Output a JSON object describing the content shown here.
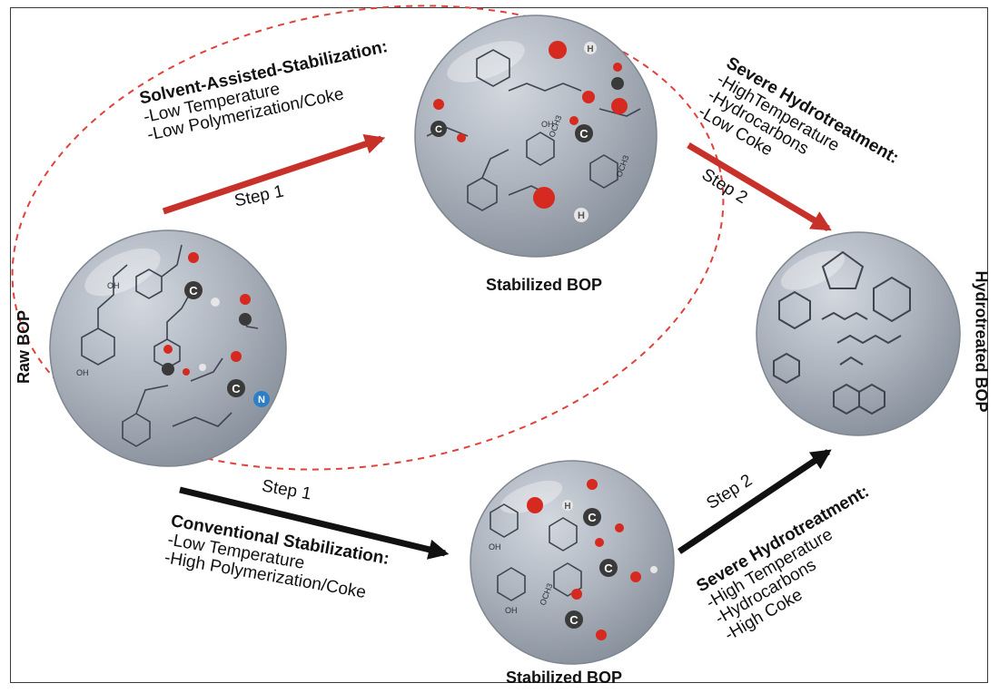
{
  "labels": {
    "raw_bop": "Raw BOP",
    "hydrotreated_bop": "Hydrotreated BOP",
    "stabilized_bop_top": "Stabilized BOP",
    "stabilized_bop_bottom": "Stabilized BOP",
    "step1_top": "Step 1",
    "step2_top": "Step 2",
    "step1_bottom": "Step 1",
    "step2_bottom": "Step 2"
  },
  "solvent_assisted": {
    "heading": "Solvent-Assisted-Stabilization:",
    "lines": [
      "-Low Temperature",
      "-Low Polymerization/Coke"
    ]
  },
  "severe_top": {
    "heading": "Severe Hydrotreatment:",
    "lines": [
      "-HighTemperature",
      "-Hydrocarbons",
      "-Low Coke"
    ]
  },
  "conventional": {
    "heading": "Conventional Stabilization:",
    "lines": [
      "-Low Temperature",
      "-High Polymerization/Coke"
    ]
  },
  "severe_bottom": {
    "heading": "Severe Hydrotreatment:",
    "lines": [
      "-High Temperature",
      "-Hydrocarbons",
      "-High Coke"
    ]
  },
  "atoms": {
    "carbon": "C",
    "hydrogen": "H",
    "nitrogen": "N",
    "hydroxyl": "OH",
    "methoxy": "OCH3"
  },
  "colors": {
    "red_arrow": "#c8302a",
    "black_arrow": "#111111",
    "dashed_ellipse": "#e0413a",
    "sphere_fill": "#a9b0bb",
    "oxygen": "#d6291f",
    "carbon": "#3a3a3a",
    "nitrogen": "#2c7fc6"
  }
}
